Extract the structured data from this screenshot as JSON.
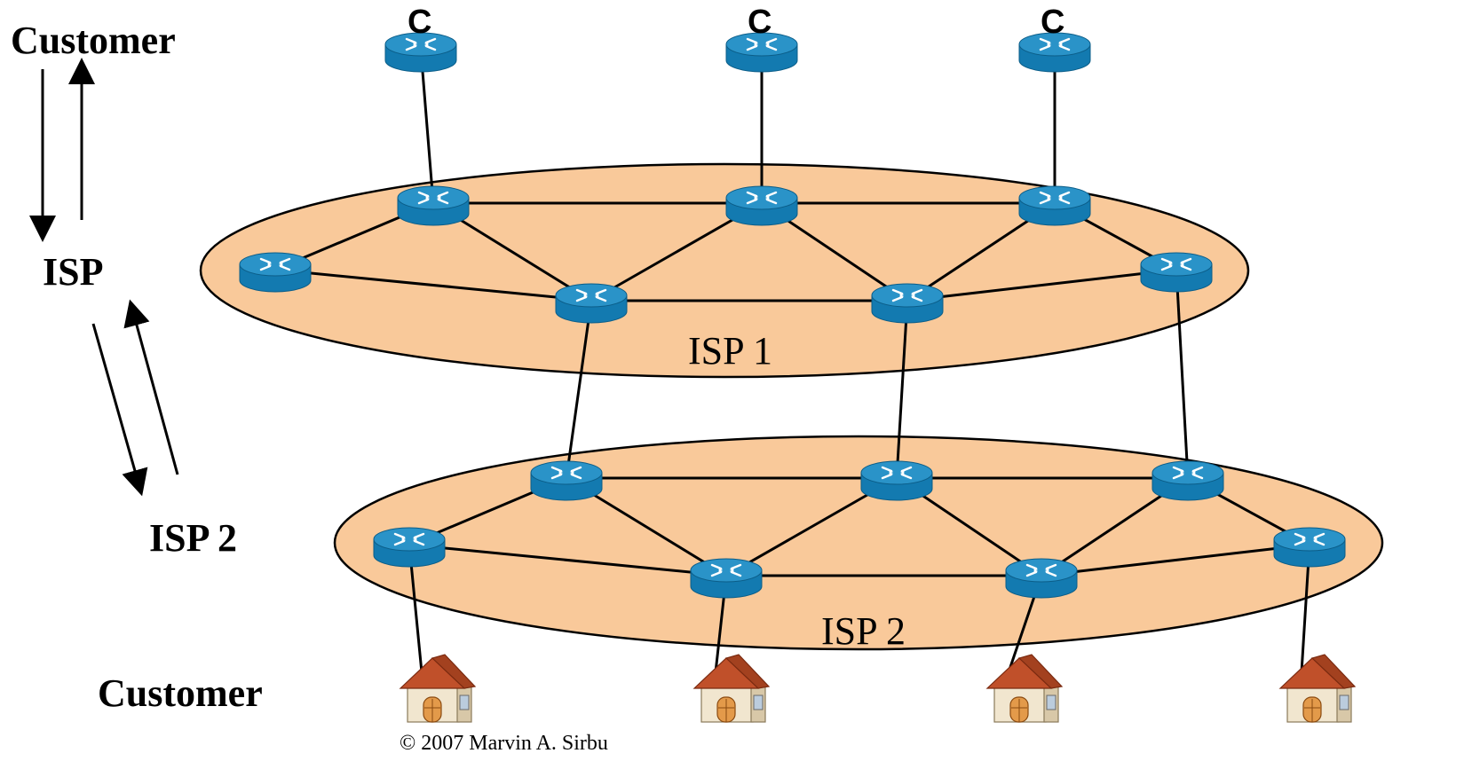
{
  "labels": {
    "customer_top": "Customer",
    "isp": "ISP",
    "isp2_side": "ISP 2",
    "customer_bottom": "Customer",
    "isp1_cloud": "ISP 1",
    "isp2_cloud": "ISP 2",
    "copyright": "© 2007  Marvin A. Sirbu",
    "router_c": "C"
  },
  "colors": {
    "cloud_fill": "#f9c99a",
    "router_top": "#2a93c8",
    "router_side": "#137ab0",
    "roof": "#c0502a",
    "house_wall": "#f1e6cf"
  },
  "icons": [
    "router-icon",
    "house-icon",
    "arrow-icon"
  ]
}
